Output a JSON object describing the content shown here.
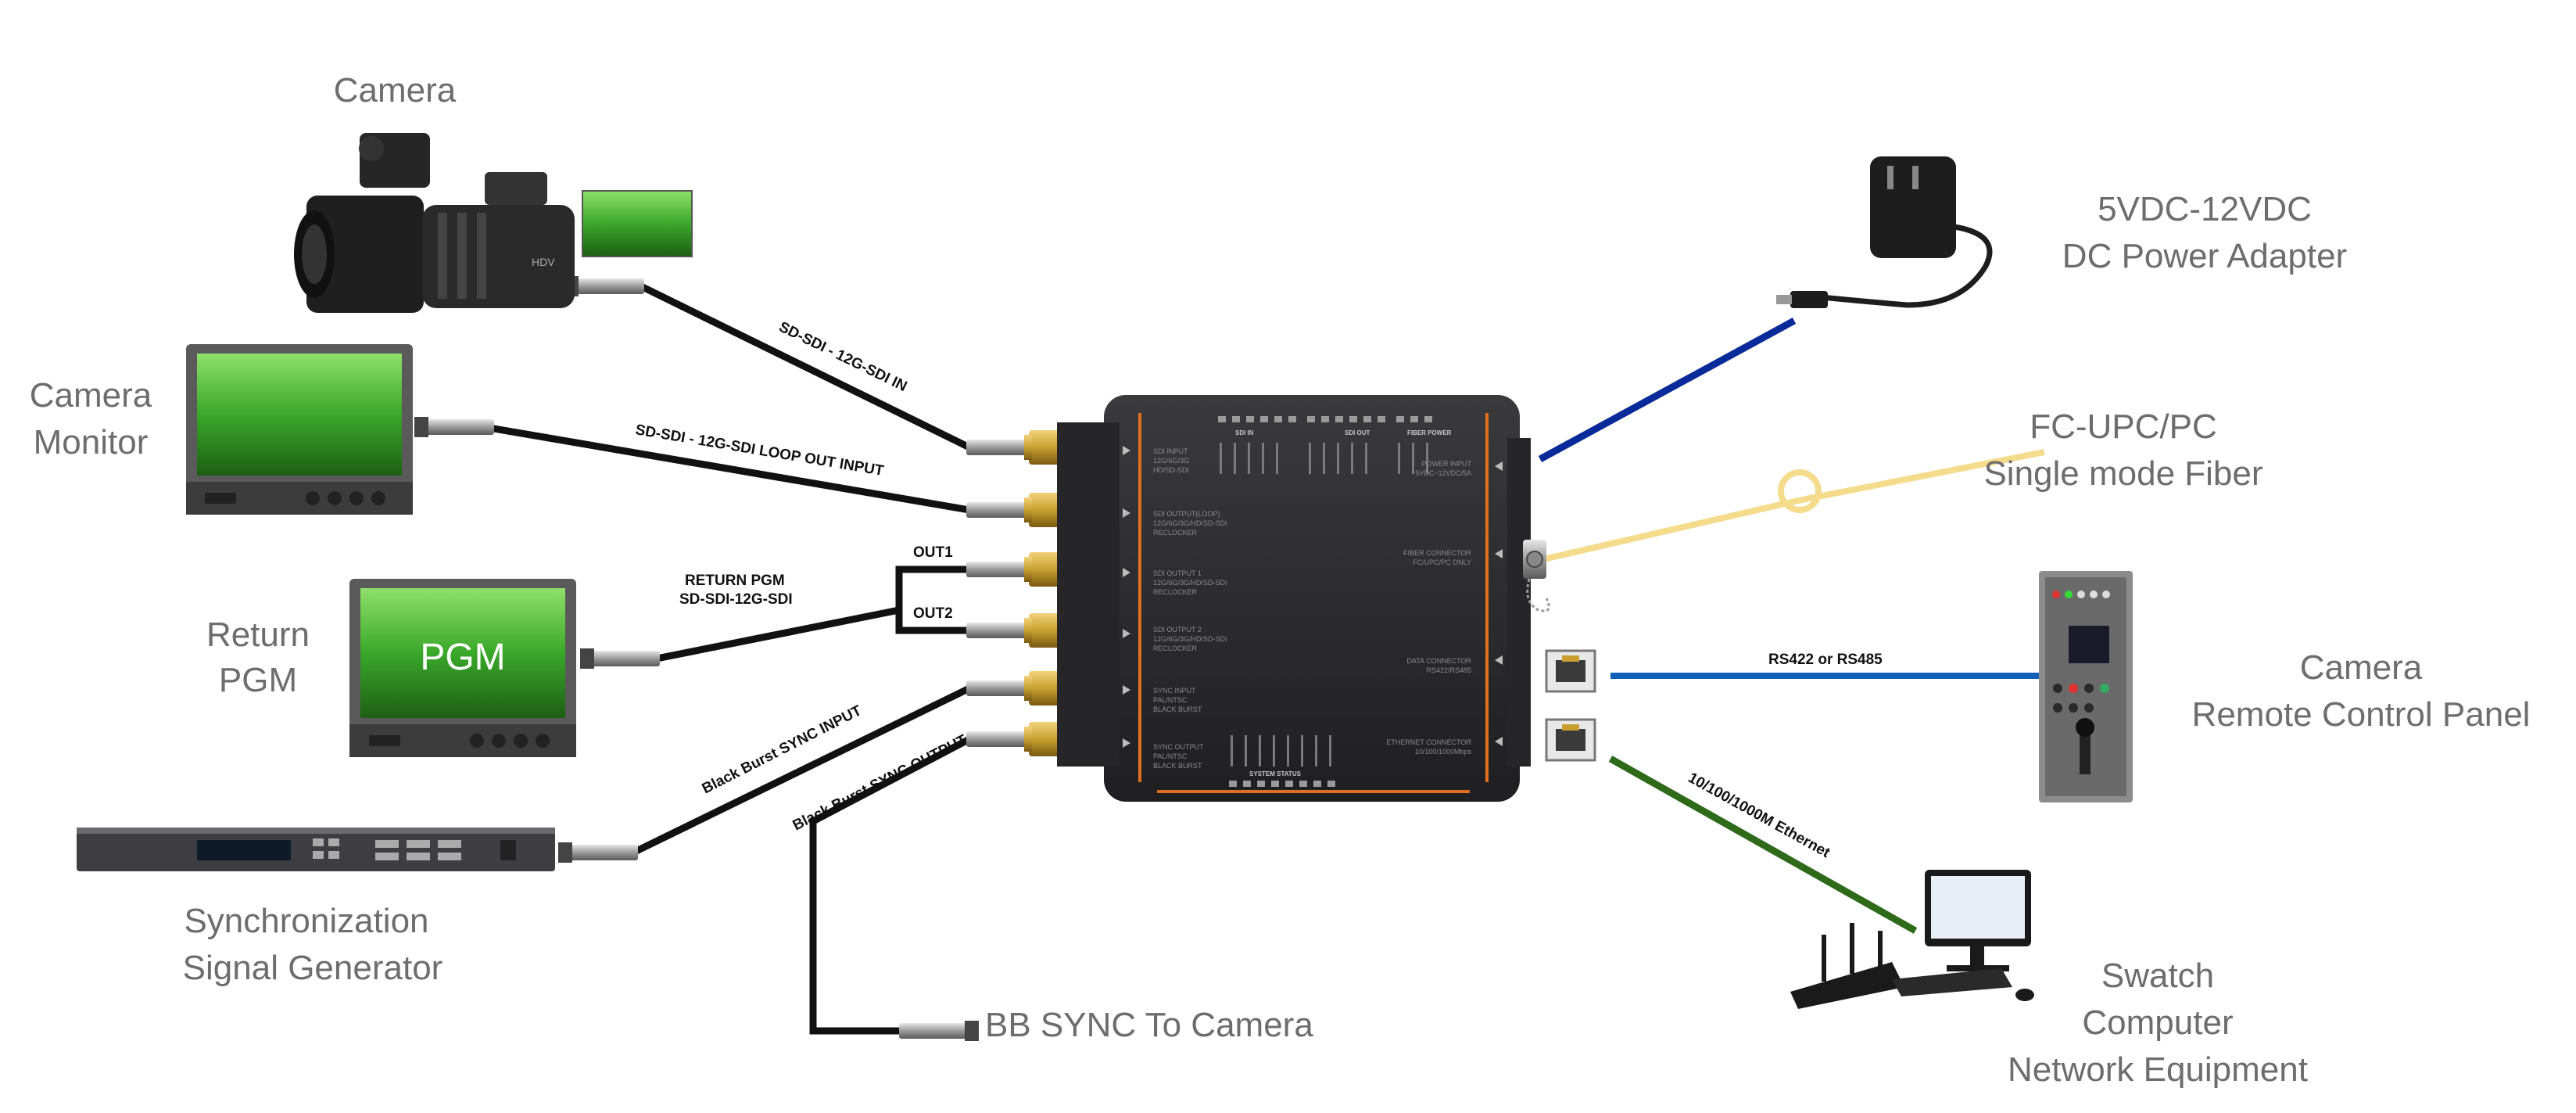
{
  "devices": {
    "camera": "Camera",
    "camera_monitor_l1": "Camera",
    "camera_monitor_l2": "Monitor",
    "return_pgm_l1": "Return",
    "return_pgm_l2": "PGM",
    "pgm_screen_text": "PGM",
    "sync_gen_l1": "Synchronization",
    "sync_gen_l2": "Signal Generator",
    "bb_sync": "BB SYNC To Camera",
    "power_l1": "5VDC-12VDC",
    "power_l2": "DC Power Adapter",
    "fiber_l1": "FC-UPC/PC",
    "fiber_l2": "Single mode Fiber",
    "rcp_l1": "Camera",
    "rcp_l2": "Remote Control Panel",
    "net_l1": "Swatch",
    "net_l2": "Computer",
    "net_l3": "Network Equipment"
  },
  "cables": {
    "sdi_in": "SD-SDI - 12G-SDI IN",
    "loop_out": "SD-SDI - 12G-SDI LOOP OUT INPUT",
    "return_l1": "RETURN PGM",
    "return_l2": "SD-SDI-12G-SDI",
    "out1": "OUT1",
    "out2": "OUT2",
    "bb_in": "Black Burst SYNC INPUT",
    "bb_out": "Black Burst SYNC OUTPUT",
    "rs": "RS422 or RS485",
    "eth": "10/100/1000M Ethernet"
  },
  "unit": {
    "top_groups": [
      "SDI IN",
      "SDI OUT",
      "FIBER POWER"
    ],
    "system_status": "SYSTEM STATUS",
    "left_ports": [
      [
        "SDI INPUT",
        "12G/6G/3G",
        "HD/SD-SDI"
      ],
      [
        "SDI OUTPUT(LOOP)",
        "12G/6G/3G/HD/SD-SDI",
        "RECLOCKER"
      ],
      [
        "SDI OUTPUT 1",
        "12G/6G/3G/HD/SD-SDI",
        "RECLOCKER"
      ],
      [
        "SDI OUTPUT 2",
        "12G/6G/3G/HD/SD-SDI",
        "RECLOCKER"
      ],
      [
        "SYNC INPUT",
        "PAL/NTSC",
        "BLACK BURST"
      ],
      [
        "SYNC OUTPUT",
        "PAL/NTSC",
        "BLACK BURST"
      ]
    ],
    "right_ports": [
      [
        "POWER INPUT",
        "5VDC~12VDC/5A"
      ],
      [
        "FIBER CONNECTOR",
        "FC/UPC/PC ONLY"
      ],
      [
        "DATA CONNECTOR",
        "RS422/RS485"
      ],
      [
        "ETHERNET CONNECTOR",
        "10/100/1000Mbps"
      ]
    ]
  },
  "colors": {
    "sdi_cable": "#111111",
    "power_cable": "#0a2a9a",
    "fiber_cable": "#f5dc8c",
    "rs_cable": "#1060b8",
    "eth_cable": "#2e6a1a",
    "unit_body": "#2b2b2d",
    "accent": "#e07020",
    "bnc_gold": "#c9a030"
  }
}
